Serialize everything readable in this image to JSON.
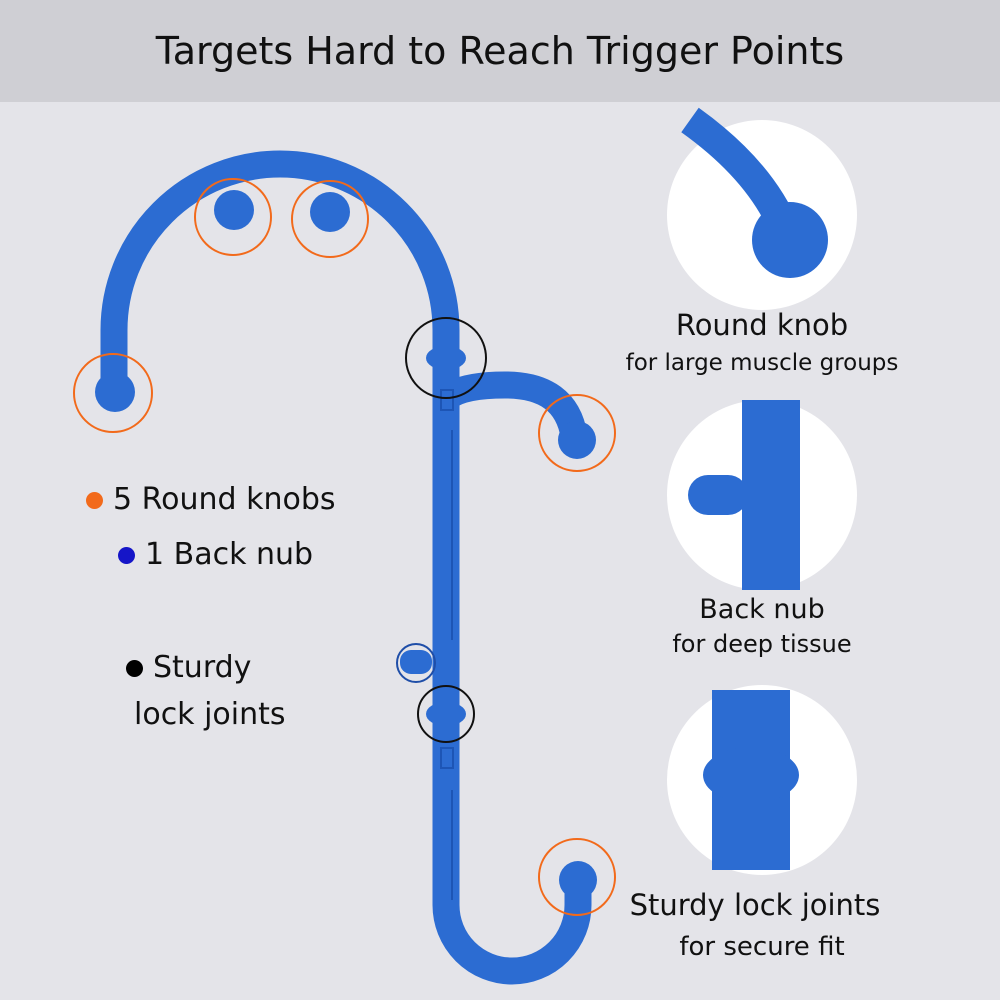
{
  "title": "Targets Hard to Reach Trigger Points",
  "legend": [
    {
      "label": "5 Round knobs",
      "color": "#f26a1b"
    },
    {
      "label": "1 Back nub",
      "color": "#1515c8"
    },
    {
      "label": "Sturdy",
      "label2": "lock joints",
      "color": "#000000"
    }
  ],
  "features": [
    {
      "title": "Round knob",
      "subtitle": "for large muscle groups"
    },
    {
      "title": "Back nub",
      "subtitle": "for deep tissue"
    },
    {
      "title": "Sturdy lock joints",
      "subtitle": "for secure fit"
    }
  ],
  "colors": {
    "product": "#2c6cd2",
    "knob_marker": "#f26a1b",
    "nub_marker": "#1f4ea8",
    "joint_marker": "#111111"
  }
}
